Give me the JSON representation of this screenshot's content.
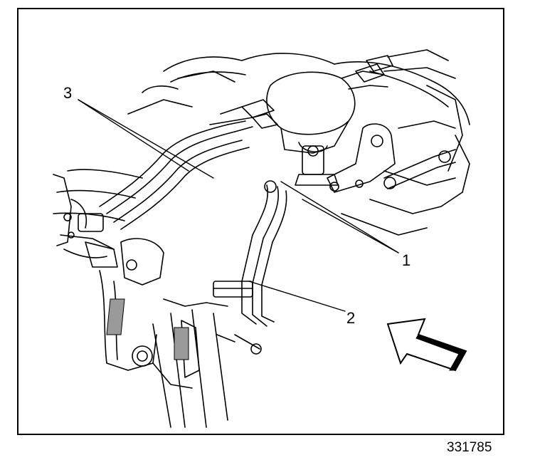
{
  "figure": {
    "id": "331785",
    "callouts": [
      "3",
      "1",
      "2"
    ]
  },
  "colors": {
    "line": "#000000",
    "background": "#ffffff",
    "shade": "#9a9a9a"
  },
  "icons": [
    "view-direction-arrow-icon"
  ]
}
